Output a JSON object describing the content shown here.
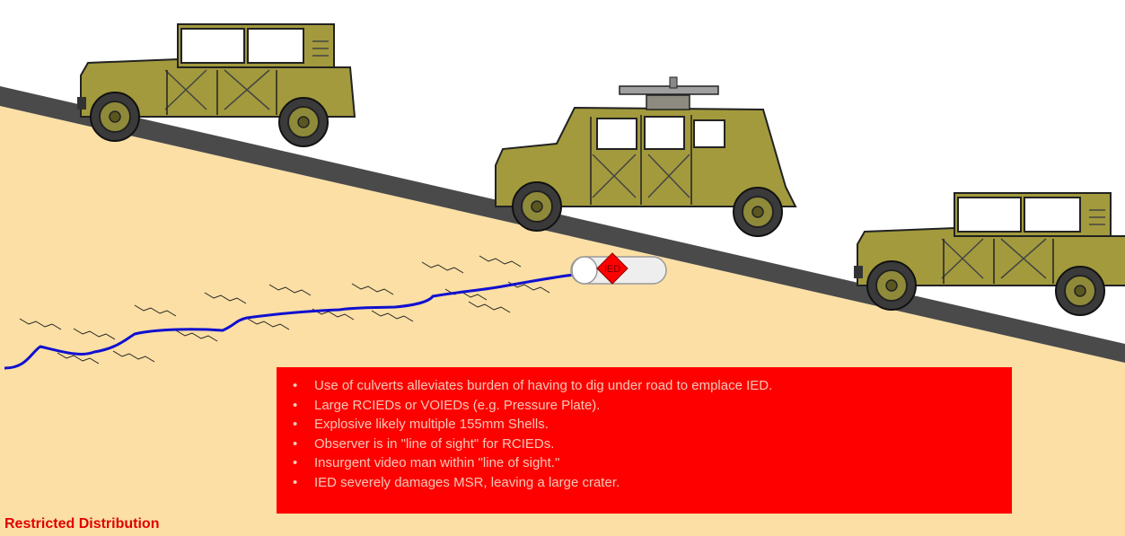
{
  "scene": {
    "colors": {
      "ground": "#fbdfa4",
      "road": "#4a4a4a",
      "wire": "#1010d0",
      "vehicle_body": "#a29a3d",
      "ied_marker": "#ff0000",
      "panel": "#ff0000"
    },
    "vehicles": [
      {
        "name": "humvee-left",
        "type": "cargo"
      },
      {
        "name": "humvee-center",
        "type": "weapon-mount"
      },
      {
        "name": "humvee-right",
        "type": "cargo"
      }
    ],
    "culvert_marker_label": "IED"
  },
  "panel": {
    "bullets": [
      "Use of culverts alleviates burden of having to dig under road to emplace IED.",
      "Large RCIEDs or VOIEDs (e.g. Pressure Plate).",
      "Explosive likely multiple 155mm Shells.",
      "Observer is in \"line of sight\" for RCIEDs.",
      "Insurgent video man within \"line of sight.\"",
      "IED severely damages MSR, leaving a large crater."
    ]
  },
  "footer": {
    "text": "Restricted Distribution"
  }
}
